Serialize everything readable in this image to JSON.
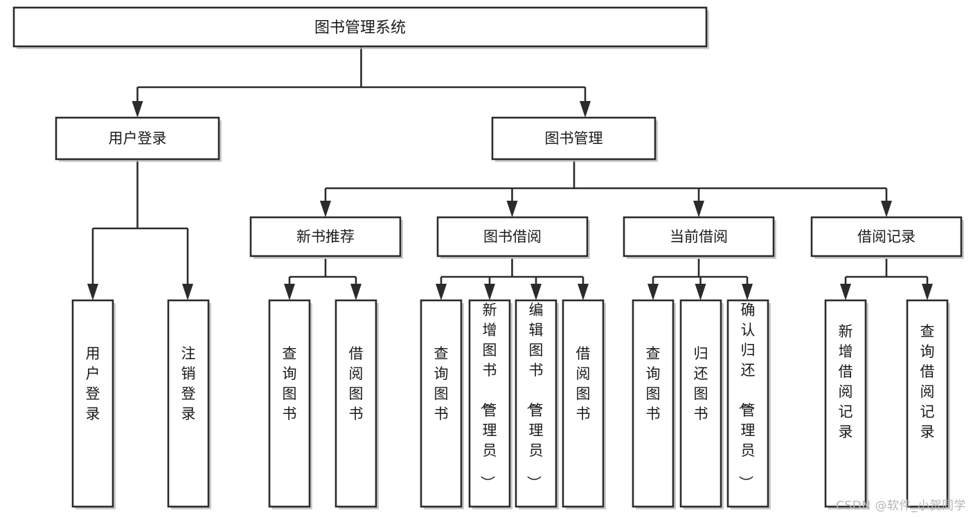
{
  "diagram": {
    "type": "tree-hierarchy-flowchart",
    "title": "图书管理系统",
    "watermark": "CSDN @软件_小贺同学",
    "colors": {
      "box_stroke": "#2b2b2b",
      "box_fill": "#ffffff",
      "connector": "#2b2b2b",
      "text": "#1a1a1a",
      "watermark": "#b4b4b4",
      "background": "#ffffff"
    },
    "levels": {
      "root": "图书管理系统",
      "level2": [
        "用户登录",
        "图书管理"
      ],
      "level3": [
        "新书推荐",
        "图书借阅",
        "当前借阅",
        "借阅记录"
      ],
      "leaves": [
        "用户登录",
        "注销登录",
        "查询图书",
        "借阅图书",
        "查询图书",
        "新增图书（管理员）",
        "编辑图书（管理员）",
        "借阅图书",
        "查询图书",
        "归还图书",
        "确认归还（管理员）",
        "新增借阅记录",
        "查询借阅记录"
      ]
    },
    "nodes": {
      "root": {
        "label": "图书管理系统"
      },
      "user_login": {
        "label": "用户登录"
      },
      "book_manage": {
        "label": "图书管理"
      },
      "new_book_rec": {
        "label": "新书推荐"
      },
      "book_borrow": {
        "label": "图书借阅"
      },
      "current_borrow": {
        "label": "当前借阅"
      },
      "borrow_record": {
        "label": "借阅记录"
      },
      "leaf_user_login": {
        "label": "用户登录"
      },
      "leaf_logout": {
        "label": "注销登录"
      },
      "leaf_query_book_1": {
        "label": "查询图书"
      },
      "leaf_borrow_book_1": {
        "label": "借阅图书"
      },
      "leaf_query_book_2": {
        "label": "查询图书"
      },
      "leaf_add_book": {
        "label": "新增图书（管理员）"
      },
      "leaf_edit_book": {
        "label": "编辑图书（管理员）"
      },
      "leaf_borrow_book_2": {
        "label": "借阅图书"
      },
      "leaf_query_book_3": {
        "label": "查询图书"
      },
      "leaf_return_book": {
        "label": "归还图书"
      },
      "leaf_confirm_return": {
        "label": "确认归还（管理员）"
      },
      "leaf_add_record": {
        "label": "新增借阅记录"
      },
      "leaf_query_record": {
        "label": "查询借阅记录"
      }
    },
    "edges": [
      {
        "from": "root",
        "to": "user_login"
      },
      {
        "from": "root",
        "to": "book_manage"
      },
      {
        "from": "user_login",
        "to": "leaf_user_login"
      },
      {
        "from": "user_login",
        "to": "leaf_logout"
      },
      {
        "from": "book_manage",
        "to": "new_book_rec"
      },
      {
        "from": "book_manage",
        "to": "book_borrow"
      },
      {
        "from": "book_manage",
        "to": "current_borrow"
      },
      {
        "from": "book_manage",
        "to": "borrow_record"
      },
      {
        "from": "new_book_rec",
        "to": "leaf_query_book_1"
      },
      {
        "from": "new_book_rec",
        "to": "leaf_borrow_book_1"
      },
      {
        "from": "book_borrow",
        "to": "leaf_query_book_2"
      },
      {
        "from": "book_borrow",
        "to": "leaf_add_book"
      },
      {
        "from": "book_borrow",
        "to": "leaf_edit_book"
      },
      {
        "from": "book_borrow",
        "to": "leaf_borrow_book_2"
      },
      {
        "from": "current_borrow",
        "to": "leaf_query_book_3"
      },
      {
        "from": "current_borrow",
        "to": "leaf_return_book"
      },
      {
        "from": "current_borrow",
        "to": "leaf_confirm_return"
      },
      {
        "from": "borrow_record",
        "to": "leaf_add_record"
      },
      {
        "from": "borrow_record",
        "to": "leaf_query_record"
      }
    ]
  }
}
